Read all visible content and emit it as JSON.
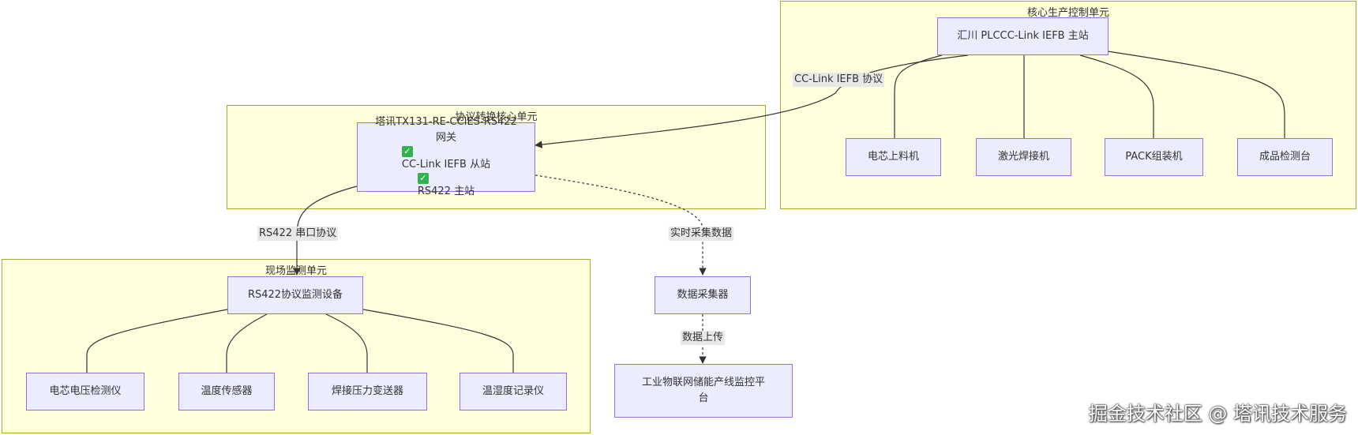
{
  "groups": {
    "core": "核心生产控制单元",
    "protocol": "协议转换核心单元",
    "field": "现场监测单元"
  },
  "nodes": {
    "plc": "汇川 PLCCC-Link IEFB 主站",
    "cell_feed": "电芯上料机",
    "laser_weld": "激光焊接机",
    "pack_assembly": "PACK组装机",
    "product_test": "成品检测台",
    "gateway_line1": "塔讯TX131-RE-CCIES-RS422",
    "gateway_line2_prefix": "网关",
    "gateway_line2": "CC-Link IEFB 从站",
    "gateway_line3": "RS422 主站",
    "rs422_device": "RS422协议监测设备",
    "voltage_tester": "电芯电压检测仪",
    "temp_sensor": "温度传感器",
    "pressure_transmitter": "焊接压力变送器",
    "humidity_recorder": "温湿度记录仪",
    "collector": "数据采集器",
    "platform_line1": "工业物联网储能产线监控平",
    "platform_line2": "台"
  },
  "edges": {
    "cclink": "CC-Link IEFB 协议",
    "rs422": "RS422 串口协议",
    "realtime": "实时采集数据",
    "upload": "数据上传"
  },
  "icons": {
    "check": "check-mark-icon"
  },
  "colors": {
    "group_fill": "#ffffde",
    "group_border": "#aaaa33",
    "node_fill": "#ececff",
    "node_border": "#9370db",
    "check": "#2fb34a"
  },
  "watermark": "掘金技术社区 @ 塔讯技术服务"
}
